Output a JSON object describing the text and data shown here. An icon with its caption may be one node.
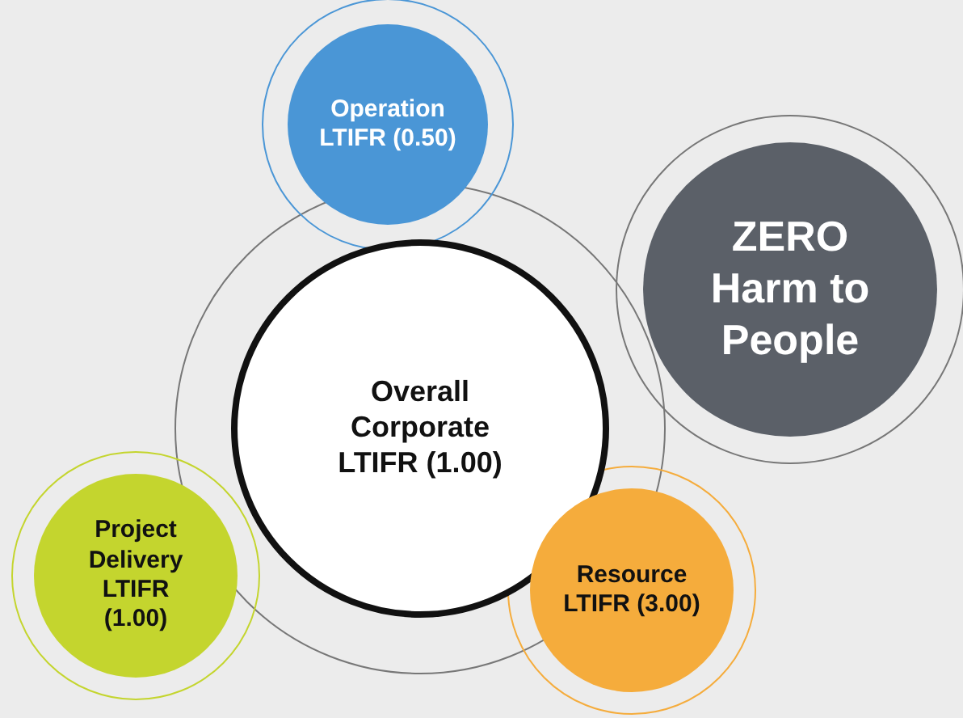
{
  "diagram": {
    "nodes": [
      {
        "text": [
          "Operation LTIFR (0.50)"
        ]
      },
      {
        "text": [
          "ZERO Harm to People"
        ]
      },
      {
        "text": [
          "Overall Corporate LTIFR (1.00)"
        ]
      },
      {
        "text": [
          "Project Delivery LTIFR (1.00)"
        ]
      },
      {
        "text": [
          "Resource LTIFR (3.00)"
        ]
      }
    ]
  }
}
